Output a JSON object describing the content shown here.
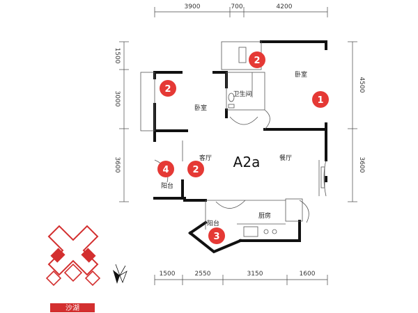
{
  "plan": {
    "title": "A2a",
    "colors": {
      "badge": "#e53935",
      "logo": "#d32f2f",
      "wall": "#111111"
    },
    "dims_top": [
      "3900",
      "700",
      "4200"
    ],
    "dims_bottom": [
      "1500",
      "2550",
      "3150",
      "1600"
    ],
    "dims_left": [
      "1500",
      "3000",
      "3600"
    ],
    "dims_right": [
      "4500",
      "3600"
    ],
    "rooms": {
      "bedroom_right": "卧室",
      "bedroom_left": "卧室",
      "bathroom": "卫生间",
      "living": "客厅",
      "dining": "餐厅",
      "balcony_left": "阳台",
      "kitchen": "厨房",
      "balcony_bottom": "阳台"
    },
    "badges": [
      "2",
      "2",
      "1",
      "4",
      "2",
      "3"
    ],
    "logo_text": "沙湖"
  }
}
